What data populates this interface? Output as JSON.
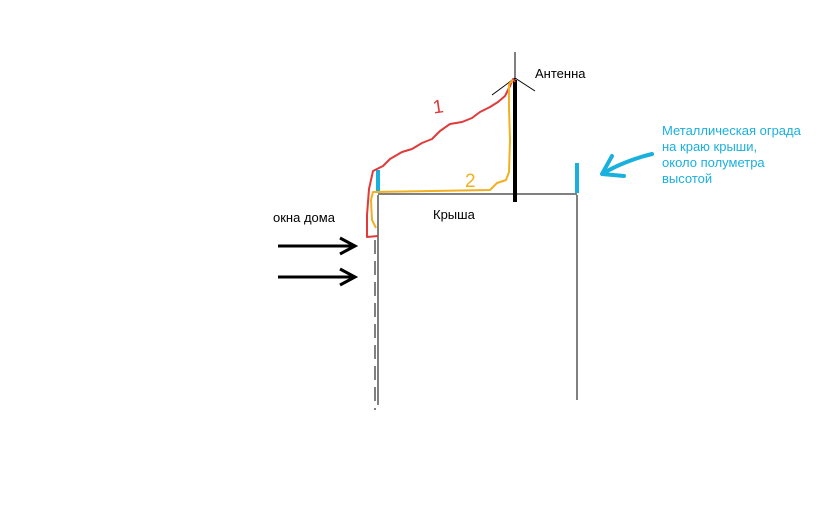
{
  "colors": {
    "background": "#ffffff",
    "ink": "#000000",
    "red_path": "#e03a3a",
    "orange_path": "#f0b020",
    "fence": "#1ab0dd"
  },
  "labels": {
    "antenna": "Антенна",
    "roof": "Крыша",
    "windows": "окна дома",
    "fence_lines": [
      "Металлическая ограда",
      "на краю крыши,",
      "около полуметра",
      "высотой"
    ]
  },
  "paths": {
    "path_1_number": "1",
    "path_2_number": "2"
  }
}
